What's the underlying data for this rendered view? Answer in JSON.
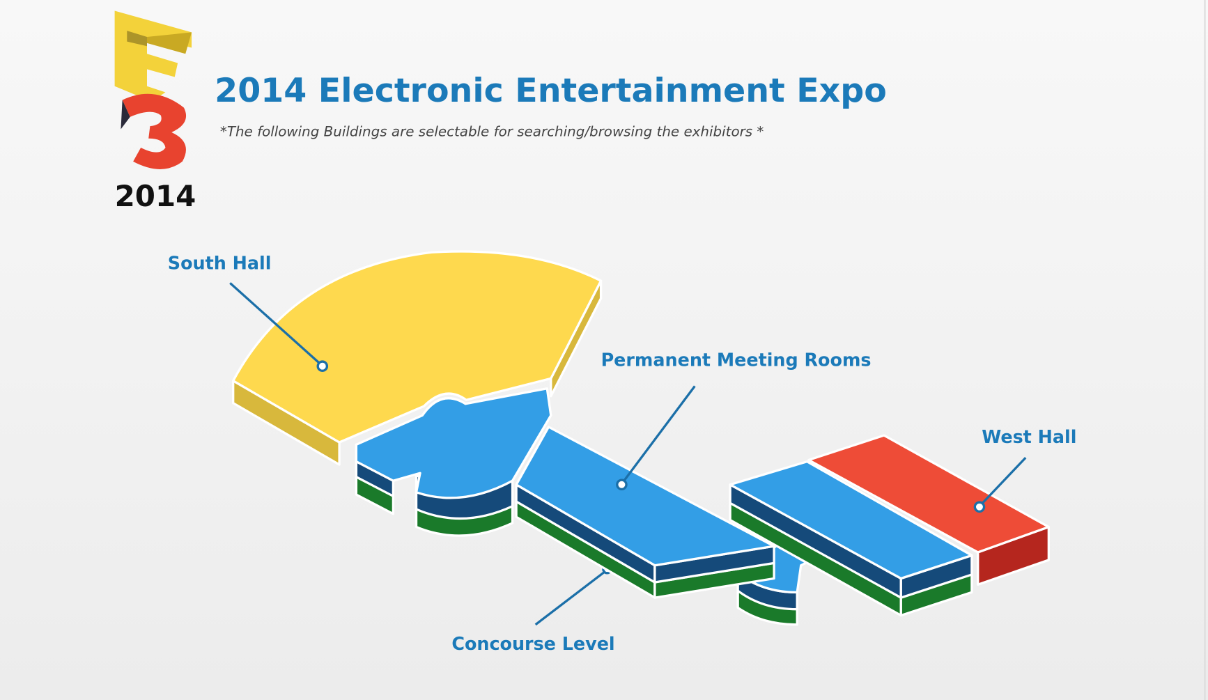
{
  "header": {
    "logo_text": "E3",
    "logo_year": "2014",
    "title": "2014 Electronic Entertainment Expo",
    "subtitle": "*The following Buildings are selectable for searching/browsing the exhibitors *"
  },
  "buildings": {
    "south_hall": {
      "label": "South Hall",
      "color": "#fed94e"
    },
    "permanent_meeting_rooms": {
      "label": "Permanent Meeting Rooms",
      "color": "#339ee6"
    },
    "west_hall": {
      "label": "West Hall",
      "color": "#ee4c37"
    },
    "concourse_level": {
      "label": "Concourse Level",
      "color": "#1a7a2a"
    }
  }
}
